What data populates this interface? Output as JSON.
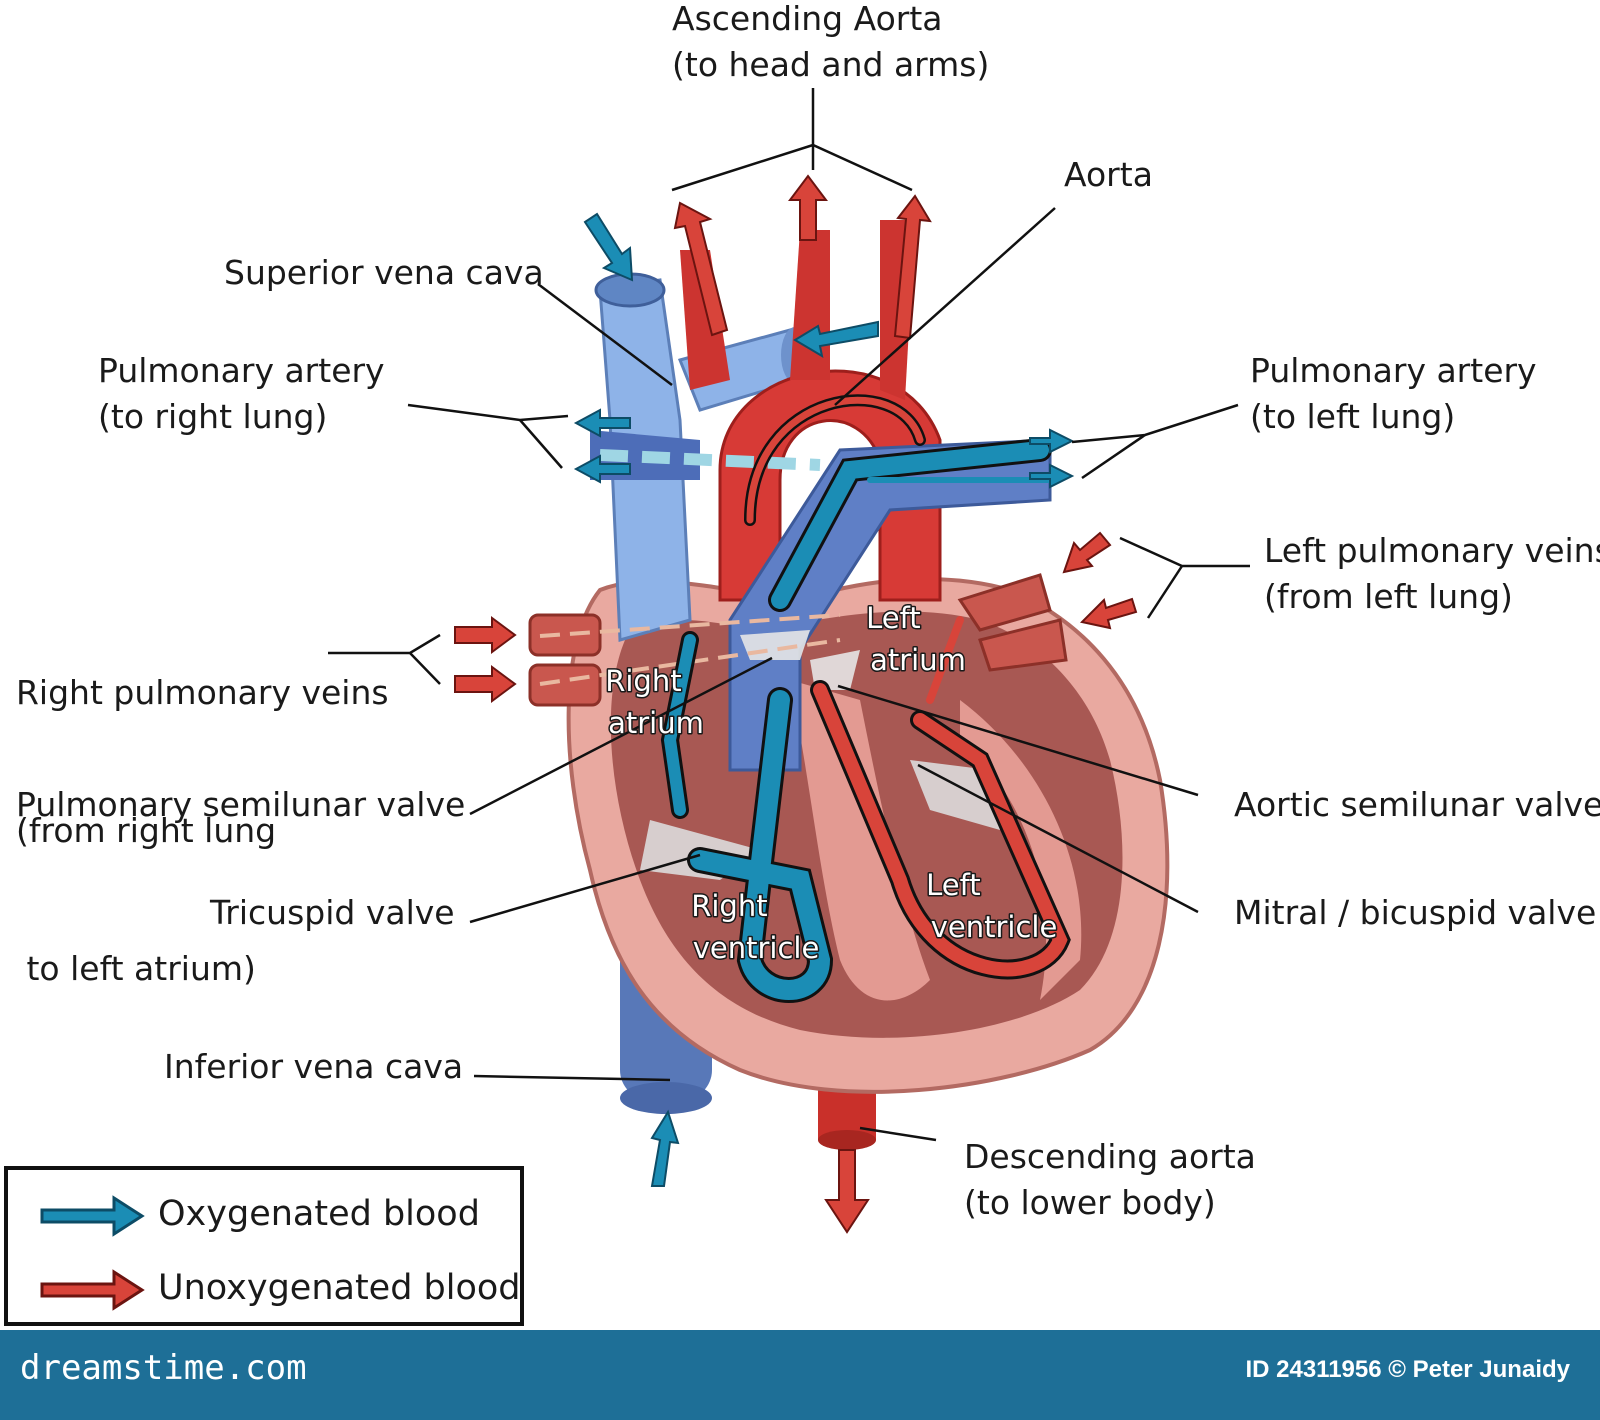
{
  "labels": {
    "ascending_aorta": [
      "Ascending Aorta",
      "(to head and arms)"
    ],
    "aorta": "Aorta",
    "superior_vena_cava": "Superior vena cava",
    "pulmonary_artery_right": [
      "Pulmonary artery",
      "(to right lung)"
    ],
    "pulmonary_artery_left": [
      "Pulmonary artery",
      "(to left lung)"
    ],
    "left_pulmonary_veins": [
      "Left pulmonary veins",
      "(from left lung)"
    ],
    "right_pulmonary_veins": [
      "Right pulmonary veins",
      "(from right lung",
      " to left atrium)"
    ],
    "pulmonary_semilunar_valve": "Pulmonary semilunar valve",
    "aortic_semilunar_valve": "Aortic semilunar valve",
    "tricuspid_valve": "Tricuspid valve",
    "mitral_valve": "Mitral / bicuspid valve",
    "inferior_vena_cava": "Inferior vena cava",
    "descending_aorta": [
      "Descending aorta",
      "(to lower body)"
    ]
  },
  "chambers": {
    "right_atrium": [
      "Right",
      "atrium"
    ],
    "left_atrium": [
      "Left",
      "atrium"
    ],
    "right_ventricle": [
      "Right",
      "ventricle"
    ],
    "left_ventricle": [
      "Left",
      "ventricle"
    ]
  },
  "legend": {
    "oxygenated": "Oxygenated blood",
    "unoxygenated": "Unoxygenated blood"
  },
  "colors": {
    "blue_arrow": "#1b8db5",
    "red_arrow": "#d8443a",
    "vein_blue": "#7fa8e0",
    "artery_red": "#d63a36",
    "heart_pink": "#e8a49c",
    "footer": "#1e6f97"
  },
  "footer": {
    "brand": "dreamstime.com",
    "credit": "ID 24311956 © Peter Junaidy"
  }
}
